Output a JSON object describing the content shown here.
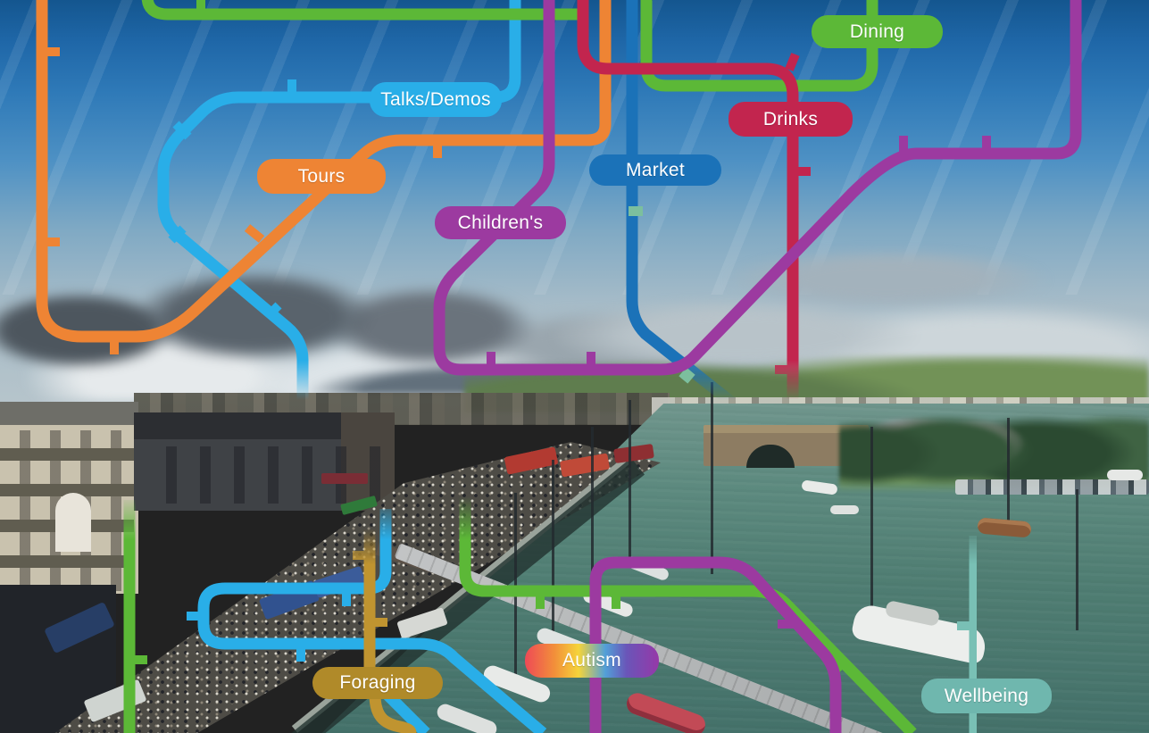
{
  "map": {
    "stations": [
      {
        "id": "dining",
        "label": "Dining",
        "color": "#5cb837"
      },
      {
        "id": "talks-demos",
        "label": "Talks/Demos",
        "color": "#29aee8"
      },
      {
        "id": "drinks",
        "label": "Drinks",
        "color": "#c2254e"
      },
      {
        "id": "tours",
        "label": "Tours",
        "color": "#ee8434"
      },
      {
        "id": "market",
        "label": "Market",
        "color": "#1b72b8"
      },
      {
        "id": "childrens",
        "label": "Children's",
        "color": "#9c3aa0"
      },
      {
        "id": "foraging",
        "label": "Foraging",
        "color": "#b08a29"
      },
      {
        "id": "autism",
        "label": "Autism",
        "color": "linear-gradient(90deg,#ee4956 0%,#f28f3a 22%,#f5d43a 40%,#52a0d8 60%,#6a55b8 76%,#9638a8 100%)"
      },
      {
        "id": "wellbeing",
        "label": "Wellbeing",
        "color": "#6fb7ae"
      }
    ],
    "lines": [
      {
        "id": "tours-line",
        "color": "#ee8434"
      },
      {
        "id": "talks-demos-line",
        "color": "#29aee8"
      },
      {
        "id": "dining-line",
        "color": "#5cb837"
      },
      {
        "id": "drinks-line",
        "color": "#c2254e"
      },
      {
        "id": "market-line",
        "color": "#1b72b8"
      },
      {
        "id": "childrens-line",
        "color": "#9c3aa0"
      },
      {
        "id": "foraging-line",
        "color": "#c09430"
      },
      {
        "id": "wellbeing-line",
        "color": "#79c0b5"
      },
      {
        "id": "interchange-marker",
        "color": "#7cbf9e"
      }
    ]
  }
}
